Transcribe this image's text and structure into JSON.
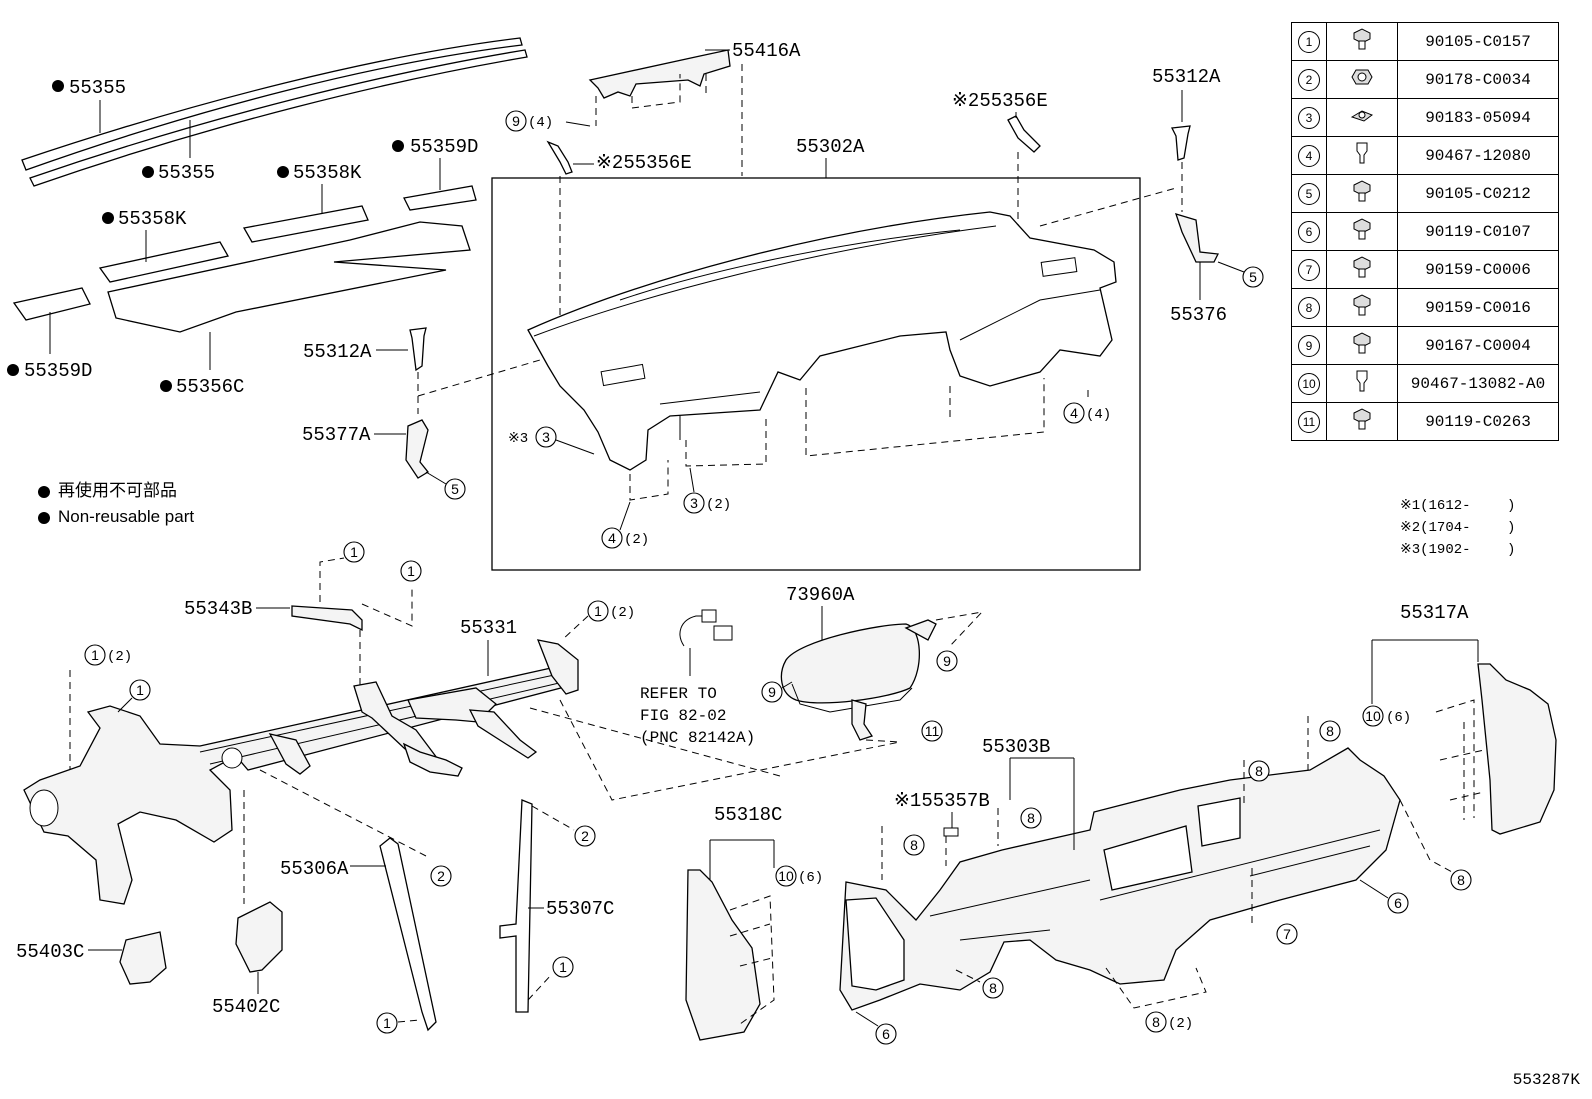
{
  "fasteners": [
    {
      "num": "1",
      "pn": "90105-C0157",
      "icon": "bolt-icon"
    },
    {
      "num": "2",
      "pn": "90178-C0034",
      "icon": "nut-icon"
    },
    {
      "num": "3",
      "pn": "90183-05094",
      "icon": "nut-plate-icon"
    },
    {
      "num": "4",
      "pn": "90467-12080",
      "icon": "clip-icon"
    },
    {
      "num": "5",
      "pn": "90105-C0212",
      "icon": "bolt-icon"
    },
    {
      "num": "6",
      "pn": "90119-C0107",
      "icon": "bolt-icon"
    },
    {
      "num": "7",
      "pn": "90159-C0006",
      "icon": "bolt-icon"
    },
    {
      "num": "8",
      "pn": "90159-C0016",
      "icon": "bolt-icon"
    },
    {
      "num": "9",
      "pn": "90167-C0004",
      "icon": "bolt-icon"
    },
    {
      "num": "10",
      "pn": "90467-13082-A0",
      "icon": "clip-icon"
    },
    {
      "num": "11",
      "pn": "90119-C0263",
      "icon": "bolt-icon"
    }
  ],
  "footnotes": [
    "※1(1612-　　 )",
    "※2(1704-　　 )",
    "※3(1902-　　 )"
  ],
  "legend": {
    "ja": "再使用不可部品",
    "en": "Non-reusable part"
  },
  "diagram_id": "553287K",
  "labels": {
    "p55355a": "55355",
    "p55355b": "55355",
    "p55358k_a": "55358K",
    "p55358k_b": "55358K",
    "p55359d_a": "55359D",
    "p55359d_b": "55359D",
    "p55356c": "55356C",
    "p55416a": "55416A",
    "p55356e_a": "※255356E",
    "p55356e_b": "※255356E",
    "p55302a": "55302A",
    "p55312a_a": "55312A",
    "p55312a_b": "55312A",
    "p55376": "55376",
    "p55377a": "55377A",
    "p55343b": "55343B",
    "p55331": "55331",
    "p73960a": "73960A",
    "p55317a": "55317A",
    "p55303b": "55303B",
    "p55357b": "※155357B",
    "p55318c": "55318C",
    "p55306a": "55306A",
    "p55307c": "55307C",
    "p55403c": "55403C",
    "p55402c": "55402C",
    "refer1": "REFER TO",
    "refer2": "FIG 82-02",
    "refer3": "(PNC 82142A)",
    "x3": "※3"
  },
  "qty": {
    "q4": "(4)",
    "q2": "(2)",
    "q6": "(6)"
  }
}
